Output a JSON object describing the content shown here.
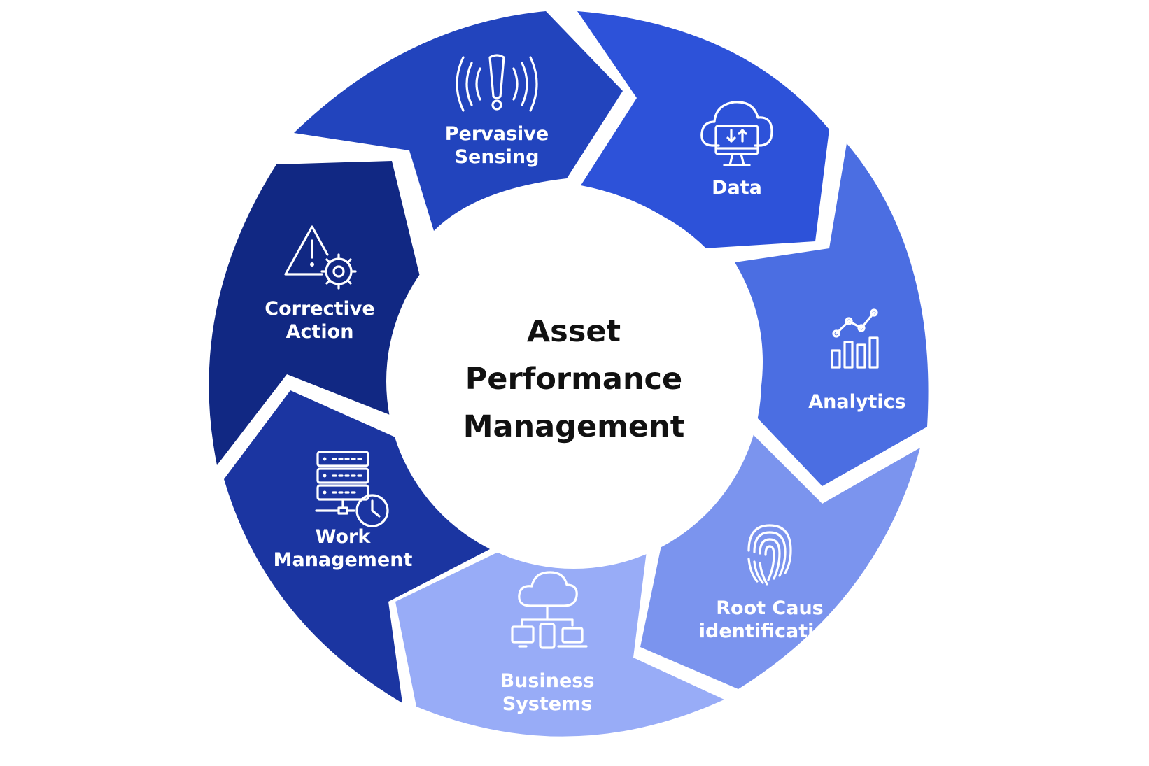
{
  "title": [
    "Asset",
    "Performance",
    "Management"
  ],
  "segments": [
    {
      "id": "pervasive-sensing",
      "lines": [
        "Pervasive",
        "Sensing"
      ],
      "icon": "alert-signal-icon",
      "color": "#2244bd"
    },
    {
      "id": "data",
      "lines": [
        "Data"
      ],
      "icon": "cloud-computer-icon",
      "color": "#2d52d9"
    },
    {
      "id": "analytics",
      "lines": [
        "Analytics"
      ],
      "icon": "bar-line-chart-icon",
      "color": "#4b6ee2"
    },
    {
      "id": "root-cause",
      "lines": [
        "Root Caus",
        "identification"
      ],
      "icon": "fingerprint-icon",
      "color": "#7b94ee"
    },
    {
      "id": "business-systems",
      "lines": [
        "Business",
        "Systems"
      ],
      "icon": "cloud-network-devices-icon",
      "color": "#98acf7"
    },
    {
      "id": "work-management",
      "lines": [
        "Work",
        "Management"
      ],
      "icon": "server-clock-icon",
      "color": "#1b35a1"
    },
    {
      "id": "corrective-action",
      "lines": [
        "Corrective",
        "Action"
      ],
      "icon": "warning-gear-icon",
      "color": "#112883"
    }
  ]
}
